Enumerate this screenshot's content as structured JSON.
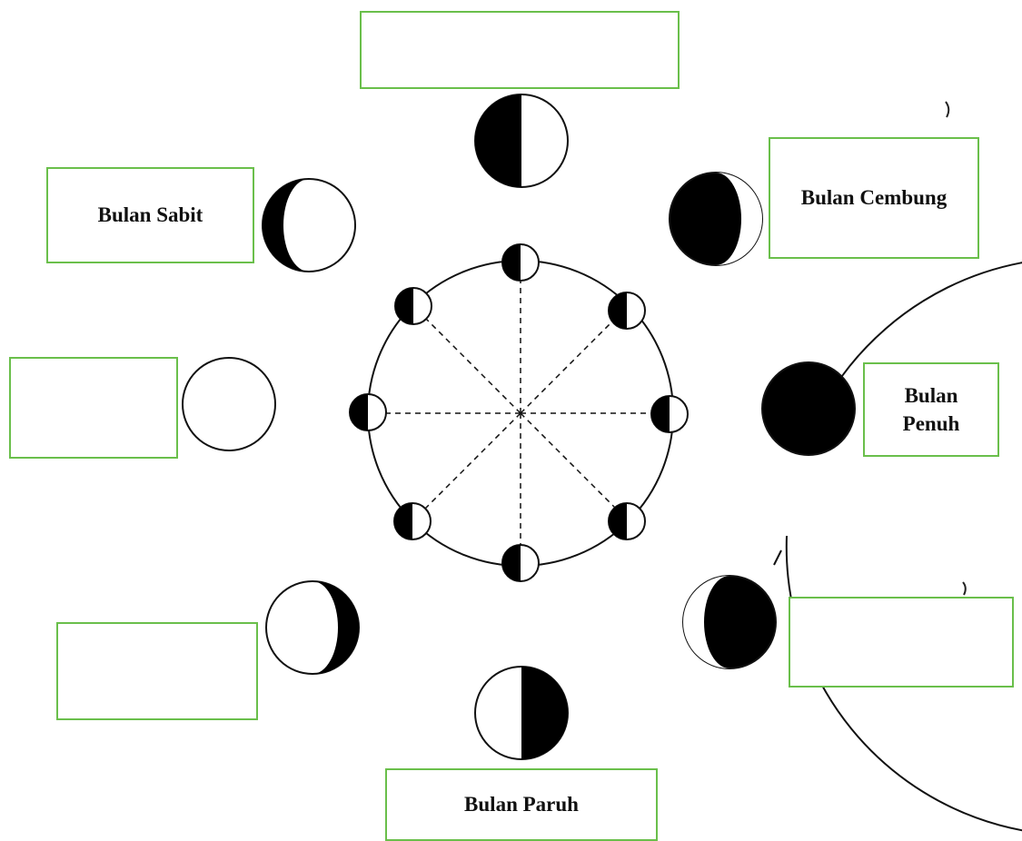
{
  "diagram": {
    "labels": {
      "top": "",
      "top_right": "Bulan Cembung",
      "right": "Bulan Penuh",
      "bottom_right": "",
      "bottom": "Bulan Paruh",
      "bottom_left": "",
      "left": "",
      "top_left": "Bulan Sabit"
    },
    "colors": {
      "box_border": "#6abf4b",
      "ink": "#000000",
      "paper": "#ffffff"
    }
  }
}
